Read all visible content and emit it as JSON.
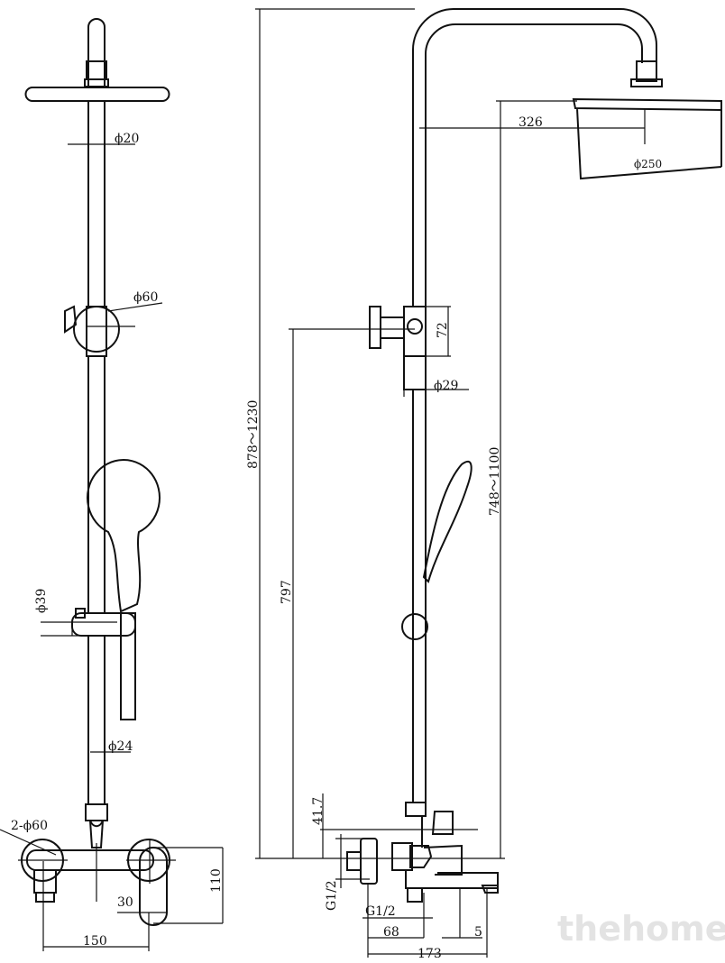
{
  "front_view": {
    "dims": {
      "pipe_dia": "ϕ20",
      "holder_dia": "ϕ60",
      "slider_dia": "ϕ39",
      "lower_pipe_dia": "ϕ24",
      "flange_dia": "2-ϕ60",
      "handle_height": "110",
      "handle_width": "30",
      "center_distance": "150"
    }
  },
  "side_view": {
    "dims": {
      "arm_reach": "326",
      "head_dia": "ϕ250",
      "holder_height": "72",
      "pipe_dia": "ϕ29",
      "total_height": "878～1230",
      "holder_to_mixer": "797",
      "head_height": "748～1100",
      "offset": "41.7",
      "inlet_thread": "G1/2",
      "outlet_thread": "G1/2",
      "wall_to_pipe": "68",
      "spout_offset": "5",
      "total_depth": "173"
    }
  },
  "watermark": "thehome"
}
